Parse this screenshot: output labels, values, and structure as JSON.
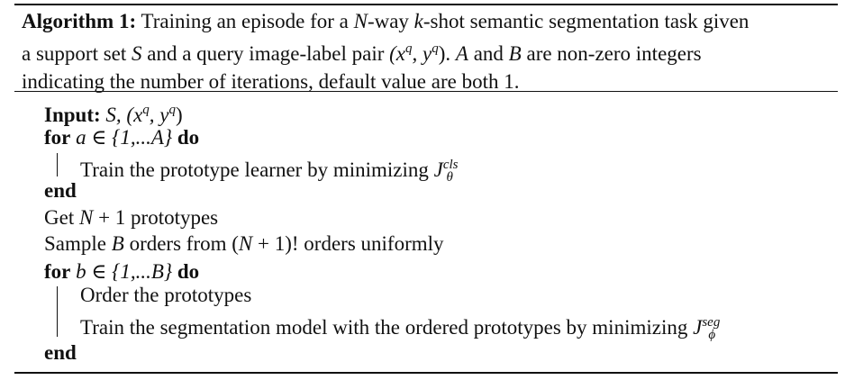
{
  "algorithm": {
    "label": "Algorithm 1:",
    "caption_lines": [
      {
        "pre": " Training an episode for a ",
        "N": "N",
        "mid1": "-way ",
        "k": "k",
        "post": "-shot semantic segmentation task given"
      },
      {
        "a": "a support set ",
        "S": "S",
        "b": " and a query image-label pair ",
        "pair": "(x",
        "q1": "q",
        "comma": ", y",
        "q2": "q",
        "close": ").  ",
        "A": "A",
        "and": " and ",
        "B": "B",
        "tail": " are non-zero integers"
      },
      {
        "text": "indicating the number of iterations, default value are both 1."
      }
    ],
    "lines": [
      {
        "kw": "Input:",
        "text_pre": " S, (x",
        "sup1": "q",
        "text_mid": ", y",
        "sup2": "q",
        "text_post": ")"
      },
      {
        "kw": "for",
        "expr": " a ∈ {1,...A} ",
        "kw2": "do"
      },
      {
        "text": "Train the prototype learner by minimizing ",
        "sym": "J",
        "sup": "cls",
        "sub": "θ"
      },
      {
        "kw": "end"
      },
      {
        "pre": "Get ",
        "N": "N",
        "post": " + 1 prototypes"
      },
      {
        "pre": "Sample ",
        "B": "B",
        "mid": " orders from (",
        "N": "N",
        "post": " + 1)! orders uniformly"
      },
      {
        "kw": "for",
        "expr": " b ∈ {1,...B} ",
        "kw2": "do"
      },
      {
        "text": "Order the prototypes"
      },
      {
        "text": "Train the segmentation model with the ordered prototypes by minimizing ",
        "sym": "J",
        "sup": "seg",
        "sub": "ϕ"
      },
      {
        "kw": "end"
      }
    ]
  }
}
